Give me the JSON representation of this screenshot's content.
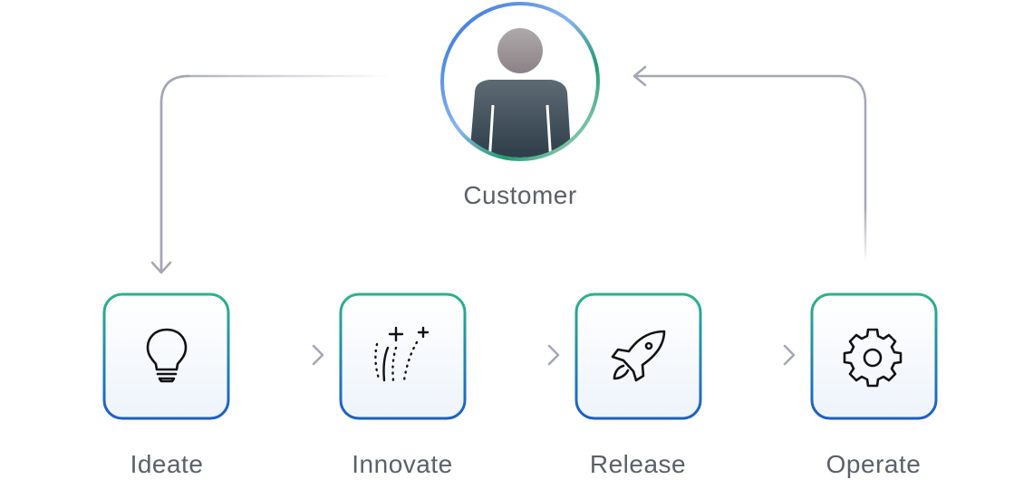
{
  "customer": {
    "label": "Customer",
    "icon": "person-avatar-icon"
  },
  "steps": [
    {
      "label": "Ideate",
      "icon": "lightbulb-icon"
    },
    {
      "label": "Innovate",
      "icon": "sparkle-trail-icon"
    },
    {
      "label": "Release",
      "icon": "rocket-icon"
    },
    {
      "label": "Operate",
      "icon": "gear-icon"
    }
  ],
  "colors": {
    "connector": "#a3a7b4",
    "box_border_top": "#2bb38a",
    "box_border_bottom": "#1b5fc9",
    "box_fill_top": "#ffffff",
    "box_fill_bottom": "#eef4fb",
    "label_text": "#5b6169",
    "avatar_fill": "#3a4a57",
    "avatar_ring": "#2a7ad8"
  }
}
